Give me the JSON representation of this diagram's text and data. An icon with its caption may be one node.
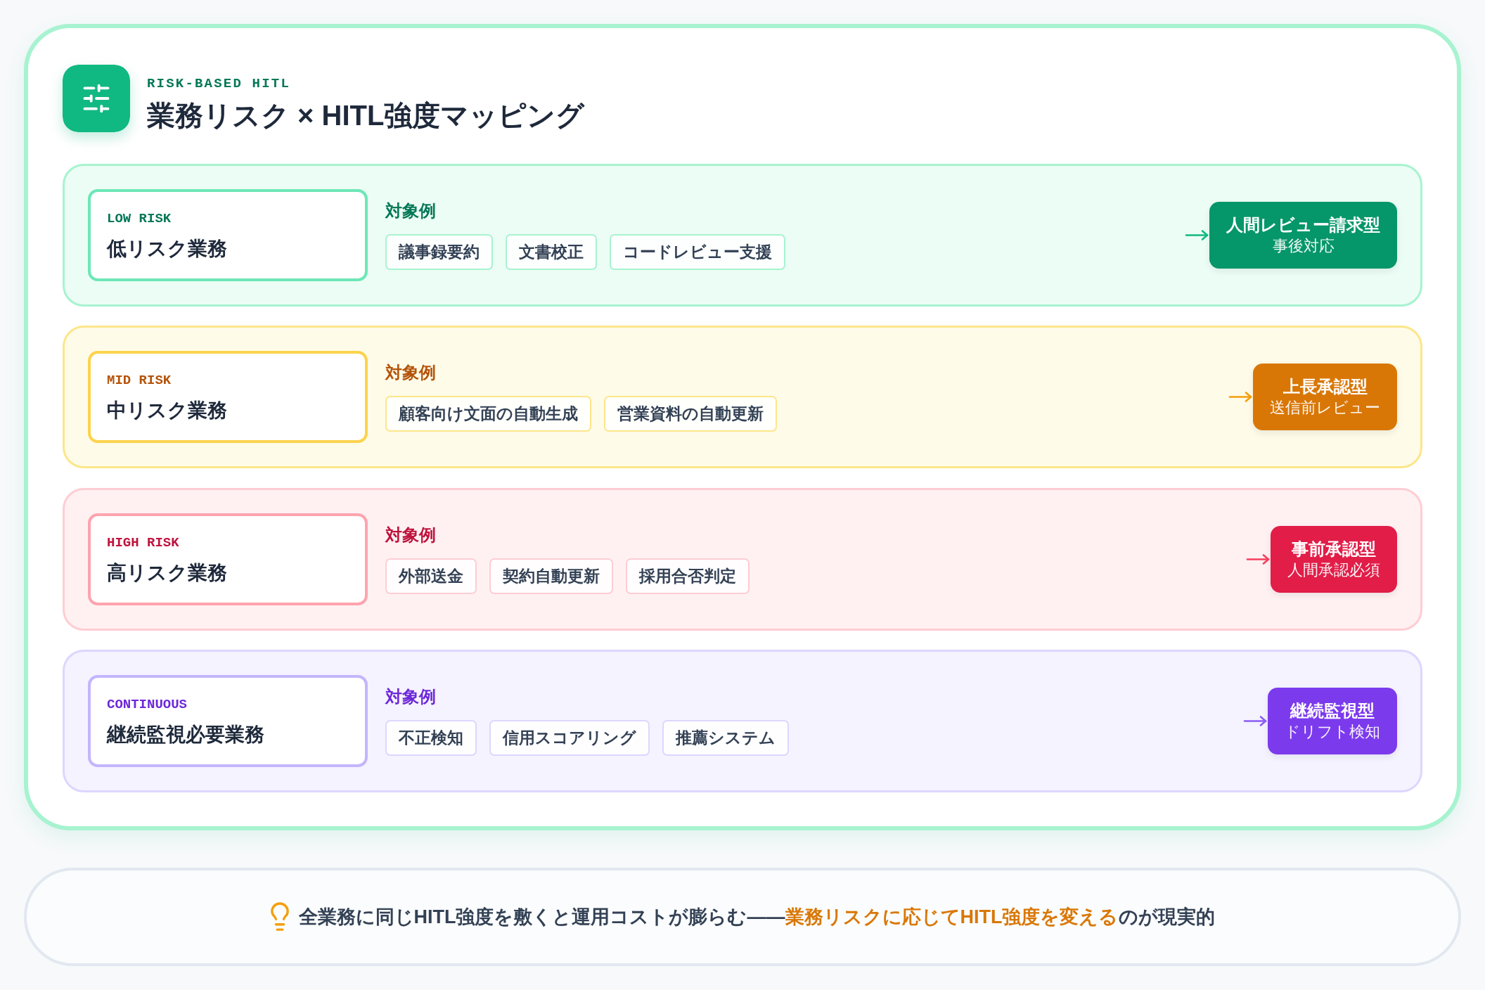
{
  "diagram": {
    "title": "業務リスク × HITL強度マッピング",
    "labels": [
      "RISK-BASED HITL"
    ],
    "nodes": [
      {
        "text": [
          "対象例"
        ]
      },
      {
        "text": [
          "LOW RISK",
          "低リスク業務"
        ],
        "in": 0
      },
      {
        "text": [
          "議事録要約"
        ],
        "in": 0
      },
      {
        "text": [
          "文書校正"
        ],
        "in": 0
      },
      {
        "text": [
          "コードレビュー支援"
        ],
        "in": 0
      },
      {
        "text": [
          "人間レビュー請求型",
          "事後対応"
        ],
        "in": 0
      },
      {
        "text": [
          "対象例"
        ]
      },
      {
        "text": [
          "MID RISK",
          "中リスク業務"
        ],
        "in": 6
      },
      {
        "text": [
          "顧客向け文面の自動生成"
        ],
        "in": 6
      },
      {
        "text": [
          "営業資料の自動更新"
        ],
        "in": 6
      },
      {
        "text": [
          "上長承認型",
          "送信前レビュー"
        ],
        "in": 6
      },
      {
        "text": [
          "対象例"
        ]
      },
      {
        "text": [
          "HIGH RISK",
          "高リスク業務"
        ],
        "in": 11
      },
      {
        "text": [
          "外部送金"
        ],
        "in": 11
      },
      {
        "text": [
          "契約自動更新"
        ],
        "in": 11
      },
      {
        "text": [
          "採用合否判定"
        ],
        "in": 11
      },
      {
        "text": [
          "事前承認型",
          "人間承認必須"
        ],
        "in": 11
      },
      {
        "text": [
          "対象例"
        ]
      },
      {
        "text": [
          "CONTINUOUS",
          "継続監視必要業務"
        ],
        "in": 17
      },
      {
        "text": [
          "不正検知"
        ],
        "in": 17
      },
      {
        "text": [
          "信用スコアリング"
        ],
        "in": 17
      },
      {
        "text": [
          "推薦システム"
        ],
        "in": 17
      },
      {
        "text": [
          "継続監視型",
          "ドリフト検知"
        ],
        "in": 17
      },
      {
        "text": [
          "全業務に同じHITL強度を敷くと運用コストが膨らむ——**業務リスクに応じてHITL強度を変える**のが現実的"
        ]
      }
    ],
    "edges": [
      {
        "from": null,
        "to": 5,
        "arrow": "to",
        "color": "#10b981"
      },
      {
        "from": null,
        "to": 10,
        "arrow": "to",
        "color": "#f59e0b"
      },
      {
        "from": null,
        "to": 16,
        "arrow": "to",
        "color": "#f43f5e"
      },
      {
        "from": null,
        "to": 22,
        "arrow": "to",
        "color": "#8b5cf6"
      }
    ]
  }
}
